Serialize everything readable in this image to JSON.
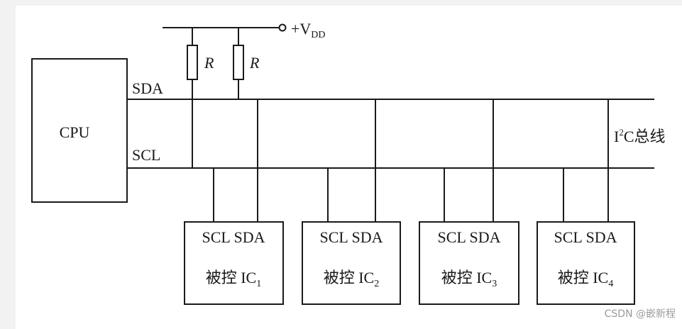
{
  "cpu": {
    "label": "CPU"
  },
  "lines": {
    "sda": "SDA",
    "scl": "SCL"
  },
  "supply": {
    "prefix": "+V",
    "sub": "DD"
  },
  "resistors": [
    {
      "label": "R"
    },
    {
      "label": "R"
    }
  ],
  "bus": {
    "sup_prefix": "I",
    "sup": "2",
    "suffix": "C总线"
  },
  "ics": [
    {
      "pins": "SCL SDA",
      "prefix": "被控 IC",
      "sub": "1"
    },
    {
      "pins": "SCL SDA",
      "prefix": "被控 IC",
      "sub": "2"
    },
    {
      "pins": "SCL SDA",
      "prefix": "被控 IC",
      "sub": "3"
    },
    {
      "pins": "SCL SDA",
      "prefix": "被控 IC",
      "sub": "4"
    }
  ],
  "watermark": "CSDN @嵌新程"
}
